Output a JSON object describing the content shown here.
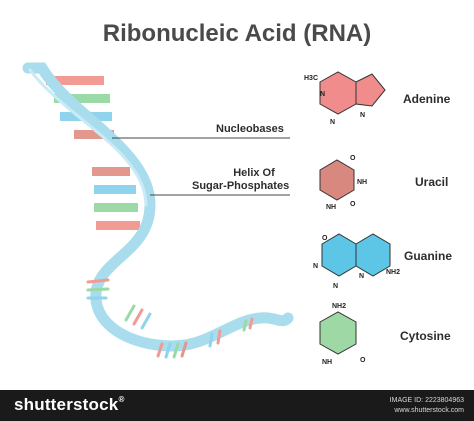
{
  "title": "Ribonucleic Acid (RNA)",
  "labels": {
    "nucleobases": "Nucleobases",
    "helix_line1": "Helix Of",
    "helix_line2": "Sugar-Phosphates"
  },
  "molecules": [
    {
      "name": "Adenine",
      "color": "#f08c8c",
      "atoms": [
        "H3C",
        "N",
        "N",
        "N"
      ]
    },
    {
      "name": "Uracil",
      "color": "#d98880",
      "atoms": [
        "O",
        "NH",
        "NH",
        "O"
      ]
    },
    {
      "name": "Guanine",
      "color": "#5dc6e6",
      "atoms": [
        "O",
        "N",
        "N",
        "N",
        "NH2"
      ]
    },
    {
      "name": "Cytosine",
      "color": "#9ed8a4",
      "atoms": [
        "NH2",
        "NH",
        "O"
      ]
    }
  ],
  "colors": {
    "backbone": "#a9dcec",
    "base_red": "#f29a94",
    "base_green": "#9bd9a6",
    "base_blue": "#8fd3ec",
    "base_salmon": "#e2988c"
  },
  "footer": {
    "logo": "shutterstock",
    "logo_mark": "®",
    "id_line": "IMAGE ID: 2223804963",
    "site": "www.shutterstock.com"
  }
}
